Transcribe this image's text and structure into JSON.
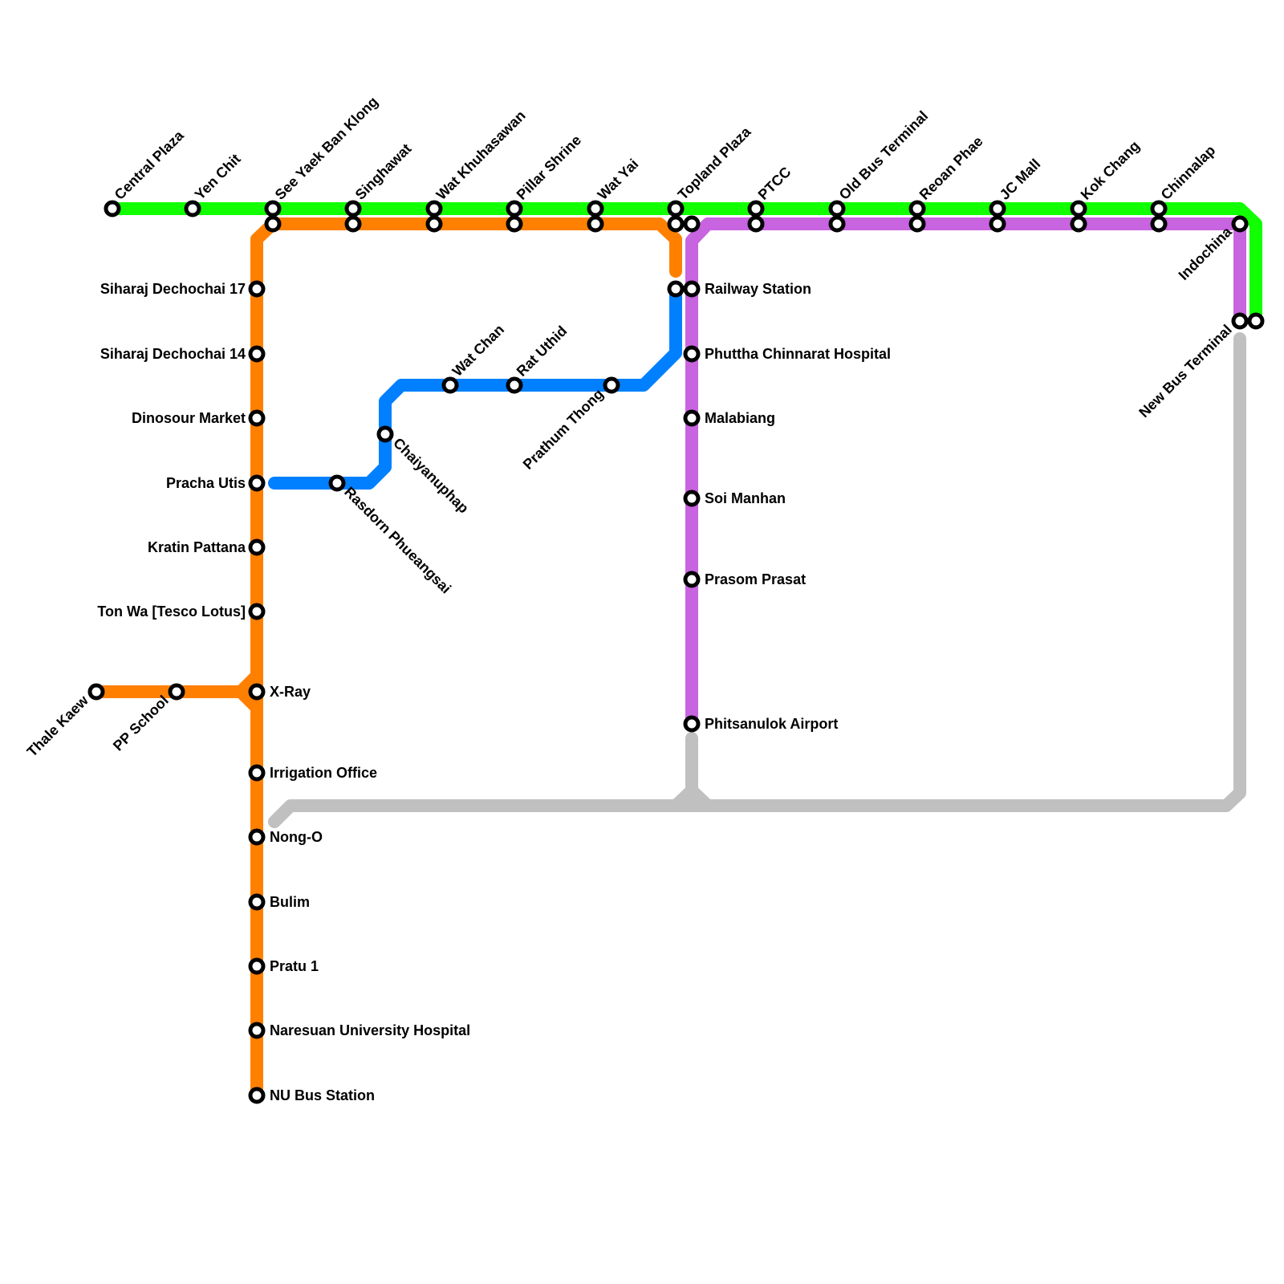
{
  "lines": {
    "green": {
      "name": "",
      "color": "#11ff00"
    },
    "orange": {
      "name": "",
      "color": "#ff8000"
    },
    "blue": {
      "name": "",
      "color": "#0080ff"
    },
    "purple": {
      "name": "",
      "color": "#c864e0"
    },
    "grey": {
      "name": "",
      "color": "#c0c0c0"
    }
  },
  "stations": {
    "central_plaza": "Central Plaza",
    "yen_chit": "Yen Chit",
    "see_yaek_ban_klong": "See Yaek Ban Klong",
    "singhawat": "Singhawat",
    "wat_khuhasawan": "Wat Khuhasawan",
    "pillar_shrine": "Pillar Shrine",
    "wat_yai": "Wat Yai",
    "topland_plaza": "Topland Plaza",
    "ptcc": "PTCC",
    "old_bus_terminal": "Old Bus Terminal",
    "reoan_phae": "Reoan Phae",
    "jc_mall": "JC Mall",
    "kok_chang": "Kok Chang",
    "chinnalap": "Chinnalap",
    "indochina": "Indochina",
    "new_bus_terminal": "New Bus Terminal",
    "siharaj_17": "Siharaj Dechochai 17",
    "siharaj_14": "Siharaj Dechochai 14",
    "dinosour_market": "Dinosour Market",
    "pracha_utis": "Pracha Utis",
    "kratin_pattana": "Kratin Pattana",
    "ton_wa": "Ton Wa [Tesco Lotus]",
    "x_ray": "X-Ray",
    "thale_kaew": "Thale Kaew",
    "pp_school": "PP School",
    "irrigation_office": "Irrigation Office",
    "nong_o": "Nong-O",
    "bulim": "Bulim",
    "pratu_1": "Pratu 1",
    "nu_hospital": "Naresuan University Hospital",
    "nu_bus_station": "NU Bus Station",
    "rasdorn_phueangsai": "Rasdorn Phueangsai",
    "chaiyanuphap": "Chaiyanuphap",
    "wat_chan": "Wat Chan",
    "rat_uthid": "Rat Uthid",
    "prathum_thong": "Prathum Thong",
    "railway_station": "Railway Station",
    "phuttha_chinnarat_hospital": "Phuttha Chinnarat Hospital",
    "malabiang": "Malabiang",
    "soi_manhan": "Soi Manhan",
    "prasom_prasat": "Prasom Prasat",
    "phitsanulok_airport": "Phitsanulok Airport"
  }
}
